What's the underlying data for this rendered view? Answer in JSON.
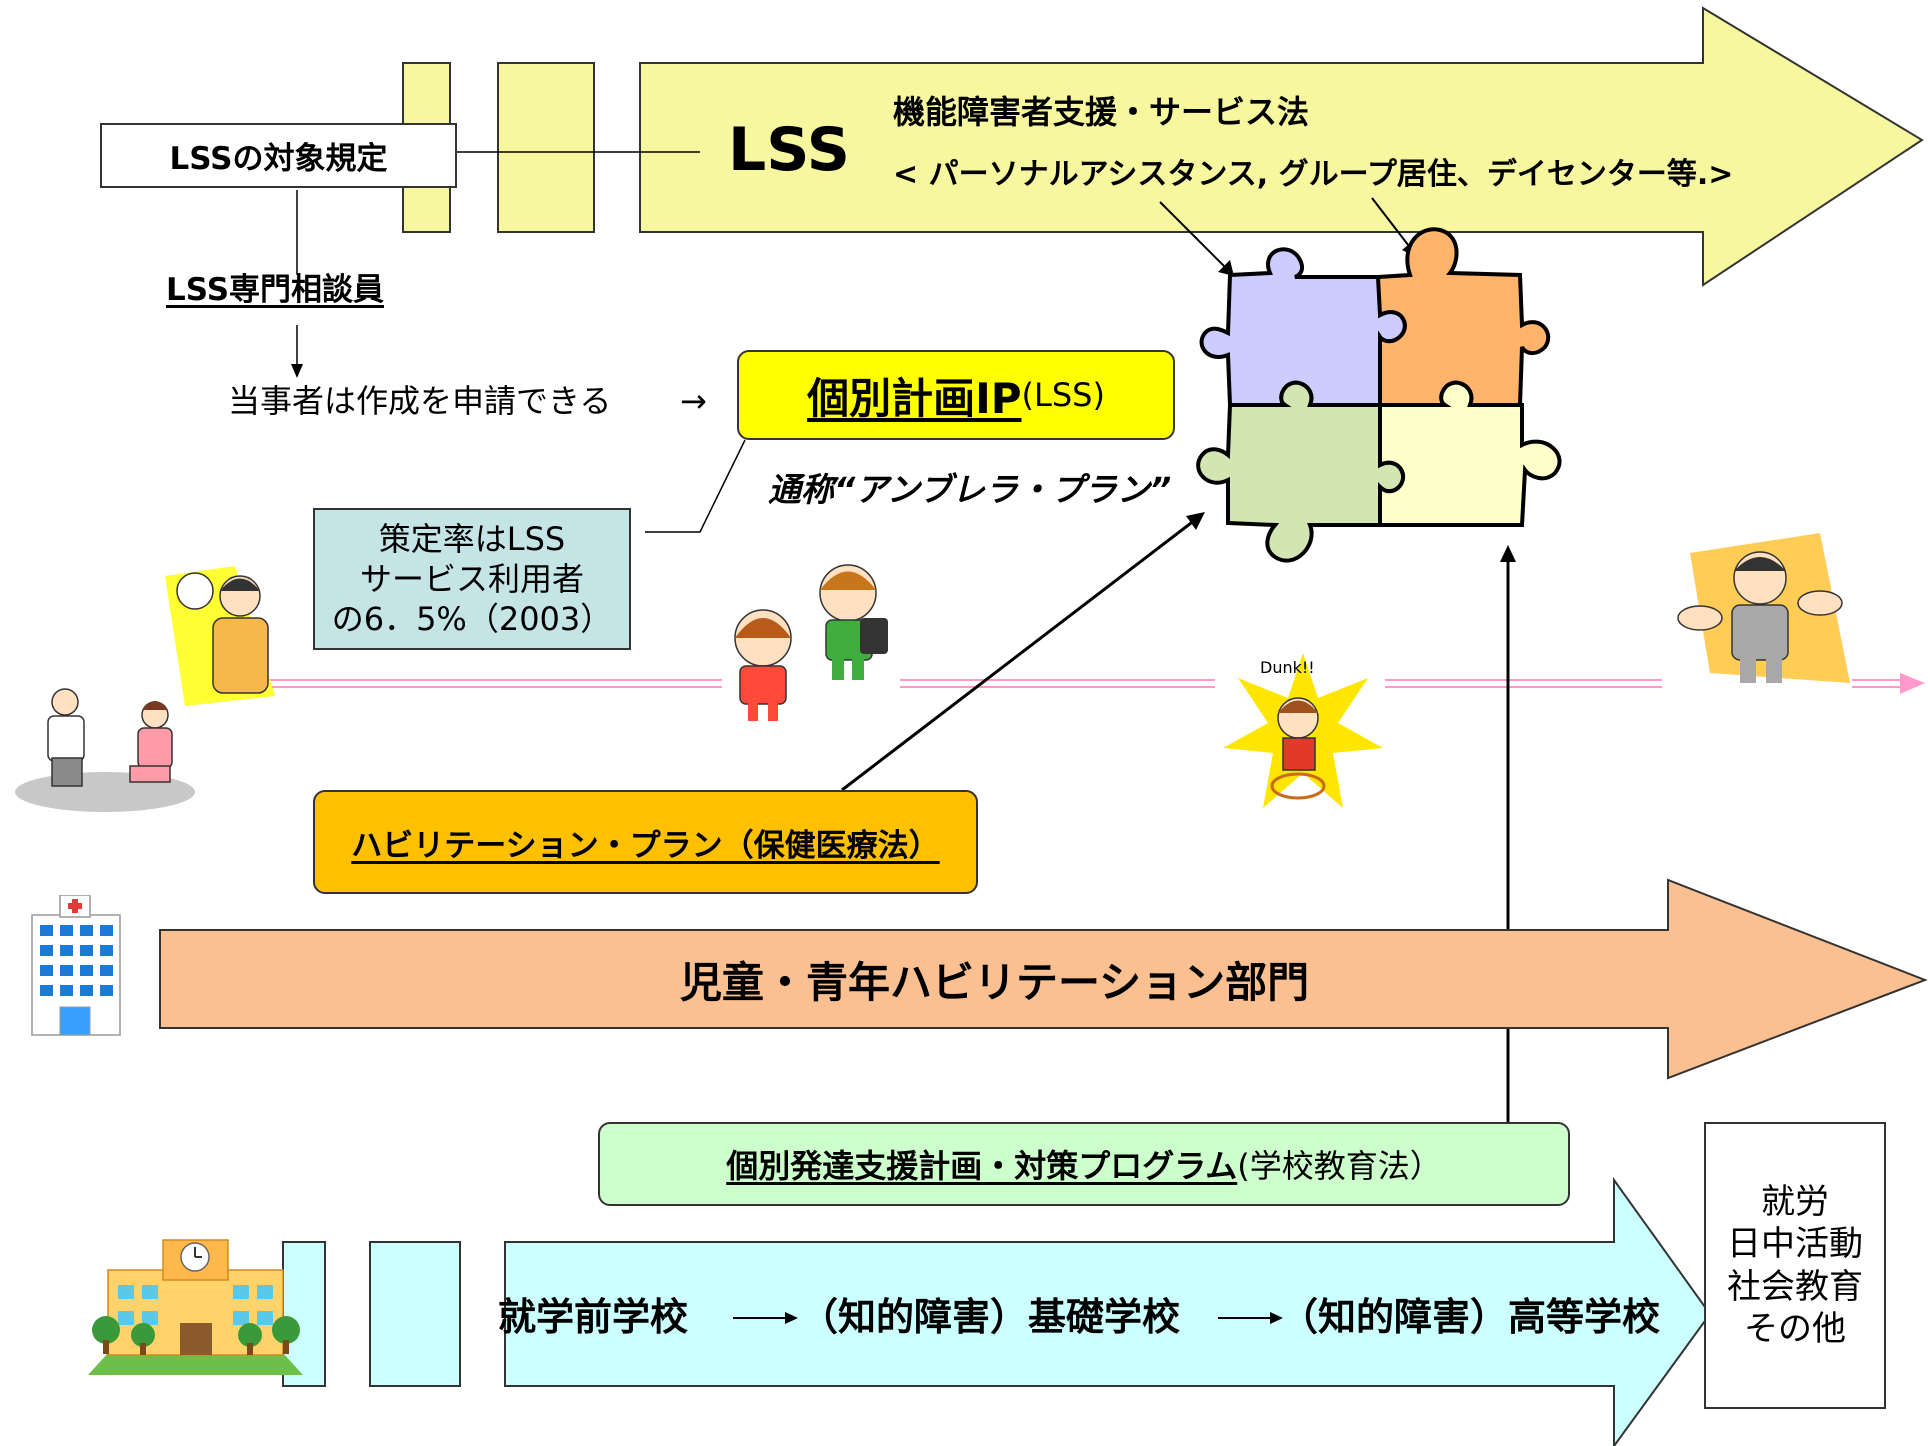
{
  "colors": {
    "lss_arrow_fill": "#f7f7a0",
    "ip_box_fill": "#ffff00",
    "rate_box_fill": "#c4e4e6",
    "hab_plan_fill": "#ffc000",
    "hab_dept_fill": "#fac091",
    "school_plan_fill": "#ccffcc",
    "school_arrow_fill": "#ccffff",
    "lifeline": "#ff99cc",
    "puzzle_purple": "#ccccff",
    "puzzle_orange": "#ffb36b",
    "puzzle_green": "#d2e5b2",
    "puzzle_yellow": "#ffffcc"
  },
  "lss": {
    "scope_label": "LSSの対象規定",
    "title": "LSS",
    "law_name": "機能障害者支援・サービス法",
    "services": "< パーソナルアシスタンス, グループ居住、デイセンター等.>",
    "consultant": "LSS専門相談員",
    "apply_text": "当事者は作成を申請できる",
    "apply_arrow": "→"
  },
  "ip": {
    "title": "個別計画IP",
    "suffix": " (LSS)",
    "nickname": "通称“アンブレラ・プラン”"
  },
  "rate_box": {
    "text": "策定率はLSS\nサービス利用者\nの6．5%（2003）"
  },
  "habilitation": {
    "plan": "ハビリテーション・プラン（保健医療法）",
    "department": "児童・青年ハビリテーション部門"
  },
  "school": {
    "plan_title": "個別発達支援計画・対策プログラム",
    "plan_suffix": " (学校教育法）",
    "stage_1": "就学前学校",
    "stage_2": "（知的障害）基礎学校",
    "stage_3": "（知的障害）高等学校"
  },
  "outcome": {
    "text": "就労\n日中活動\n社会教育\nその他"
  },
  "illustration": {
    "basketball_caption": "Dunk!!"
  },
  "icons": {
    "puzzle": "jigsaw-puzzle-icon",
    "hospital": "hospital-building-icon",
    "school": "school-building-icon",
    "doctor": "doctor-consultation-illustration",
    "parent_baby": "parent-with-baby-illustration",
    "children": "schoolchildren-illustration",
    "basketball": "basketball-player-illustration",
    "adult": "adult-worker-illustration"
  }
}
